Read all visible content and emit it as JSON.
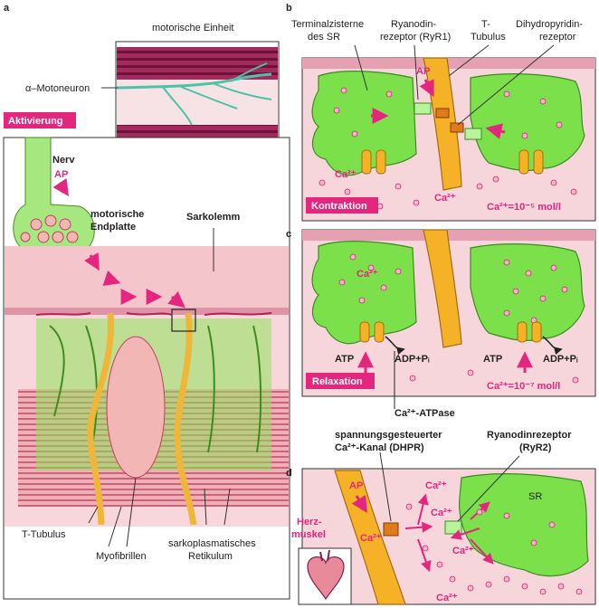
{
  "panels": {
    "a": {
      "letter": "a",
      "inset_title": "motorische Einheit",
      "motoneuron": "α–Motoneuron",
      "activation": "Aktivierung",
      "nerve": "Nerv",
      "ap": "AP",
      "endplate_1": "motorische",
      "endplate_2": "Endplatte",
      "sarcolemma": "Sarkolemm",
      "t_tubule": "T-Tubulus",
      "myofibrils": "Myofibrillen",
      "sr_1": "sarkoplasmatisches",
      "sr_2": "Retikulum"
    },
    "b": {
      "letter": "b",
      "terminal_1": "Terminalzisterne",
      "terminal_2": "des SR",
      "ryr_1": "Ryanodin-",
      "ryr_2": "rezeptor (RyR1)",
      "tt_1": "T-",
      "tt_2": "Tubulus",
      "dhp_1": "Dihydropyridin-",
      "dhp_2": "rezeptor",
      "ap": "AP",
      "ca_1": "Ca²⁺",
      "ca_2": "Ca²⁺",
      "state": "Kontraktion",
      "conc": "Ca²⁺=10⁻⁵ mol/l"
    },
    "c": {
      "letter": "c",
      "ca": "Ca²⁺",
      "atp_l": "ATP",
      "adp_l": "ADP+Pᵢ",
      "atp_r": "ATP",
      "adp_r": "ADP+Pᵢ",
      "state": "Relaxation",
      "atpase": "Ca²⁺-ATPase",
      "conc": "Ca²⁺=10⁻⁷ mol/l"
    },
    "d": {
      "letter": "d",
      "channel_1": "spannungsgesteuerter",
      "channel_2": "Ca²⁺-Kanal (DHPR)",
      "ryr2_1": "Ryanodinrezeptor",
      "ryr2_2": "(RyR2)",
      "ap": "AP",
      "sr": "SR",
      "heart_1": "Herz-",
      "heart_2": "muskel",
      "ca": "Ca²⁺"
    }
  },
  "colors": {
    "pink_bg": "#f6cfd4",
    "membrane": "#e9a3b1",
    "magenta": "#e5267f",
    "sr_green": "#7be04a",
    "tubule_orange": "#f6b226",
    "muscle_dark": "#8a1d4b"
  }
}
